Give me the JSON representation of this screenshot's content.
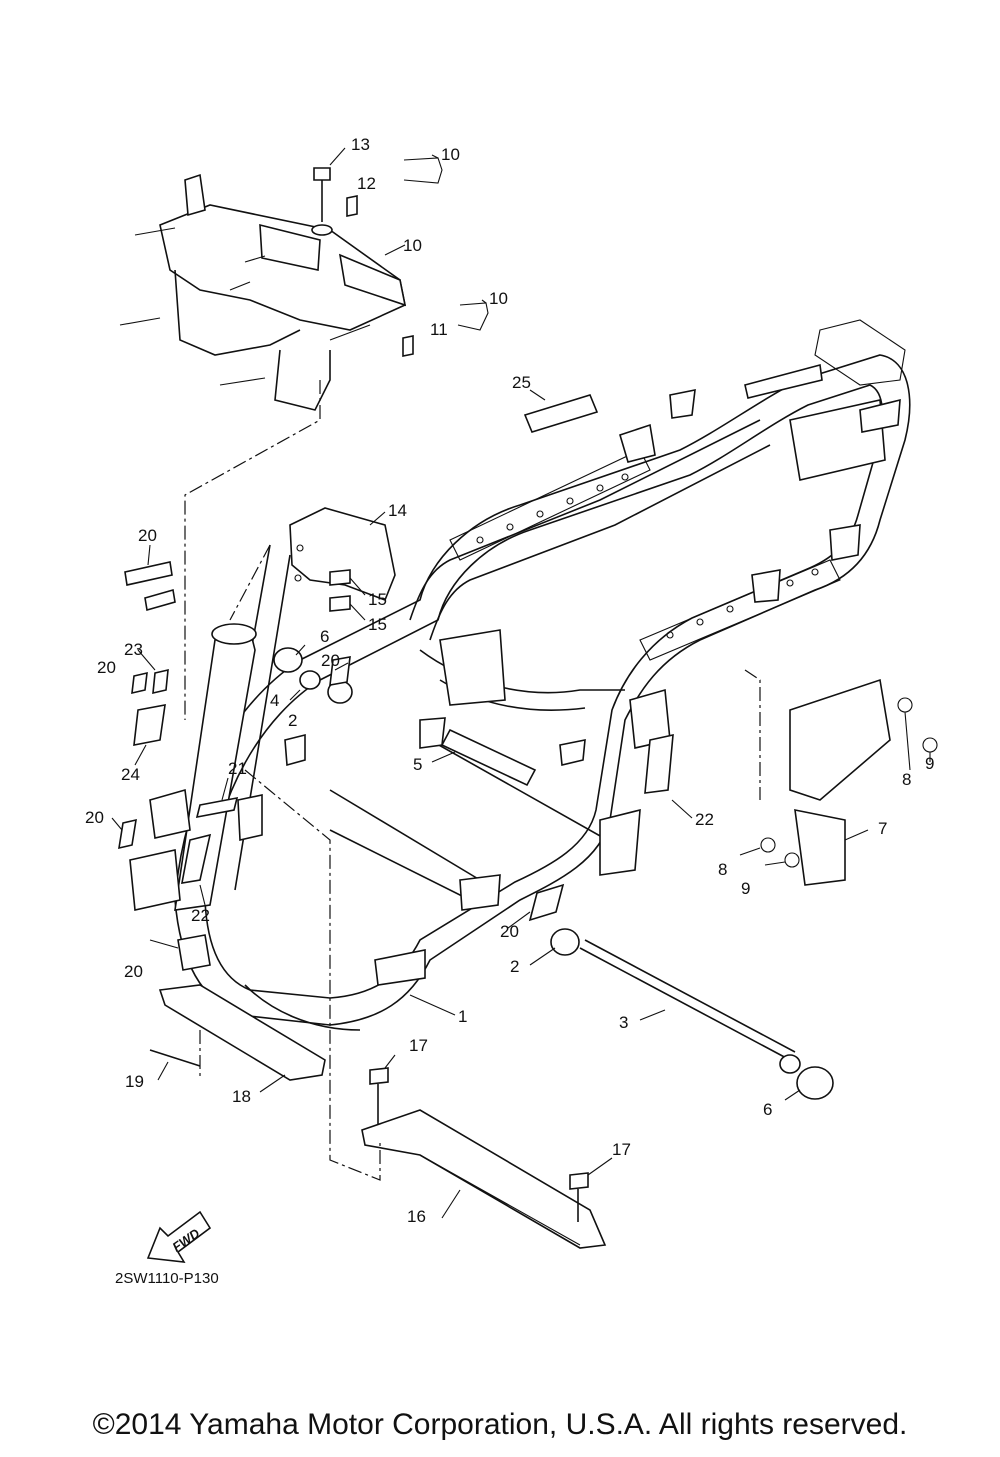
{
  "diagram": {
    "callouts": {
      "c1": "1",
      "c2a": "2",
      "c2b": "2",
      "c3": "3",
      "c4": "4",
      "c5": "5",
      "c6a": "6",
      "c6b": "6",
      "c7": "7",
      "c8a": "8",
      "c8b": "8",
      "c9a": "9",
      "c9b": "9",
      "c10a": "10",
      "c10b": "10",
      "c10c": "10",
      "c11": "11",
      "c12": "12",
      "c13": "13",
      "c14": "14",
      "c15a": "15",
      "c15b": "15",
      "c16": "16",
      "c17a": "17",
      "c17b": "17",
      "c18": "18",
      "c19": "19",
      "c20a": "20",
      "c20b": "20",
      "c20c": "20",
      "c20d": "20",
      "c20e": "20",
      "c20f": "20",
      "c21": "21",
      "c22a": "22",
      "c22b": "22",
      "c23": "23",
      "c24": "24",
      "c25": "25"
    },
    "fwd_label": "FWD",
    "diagram_code": "2SW1110-P130"
  },
  "copyright": "©2014 Yamaha Motor Corporation, U.S.A. All rights reserved."
}
